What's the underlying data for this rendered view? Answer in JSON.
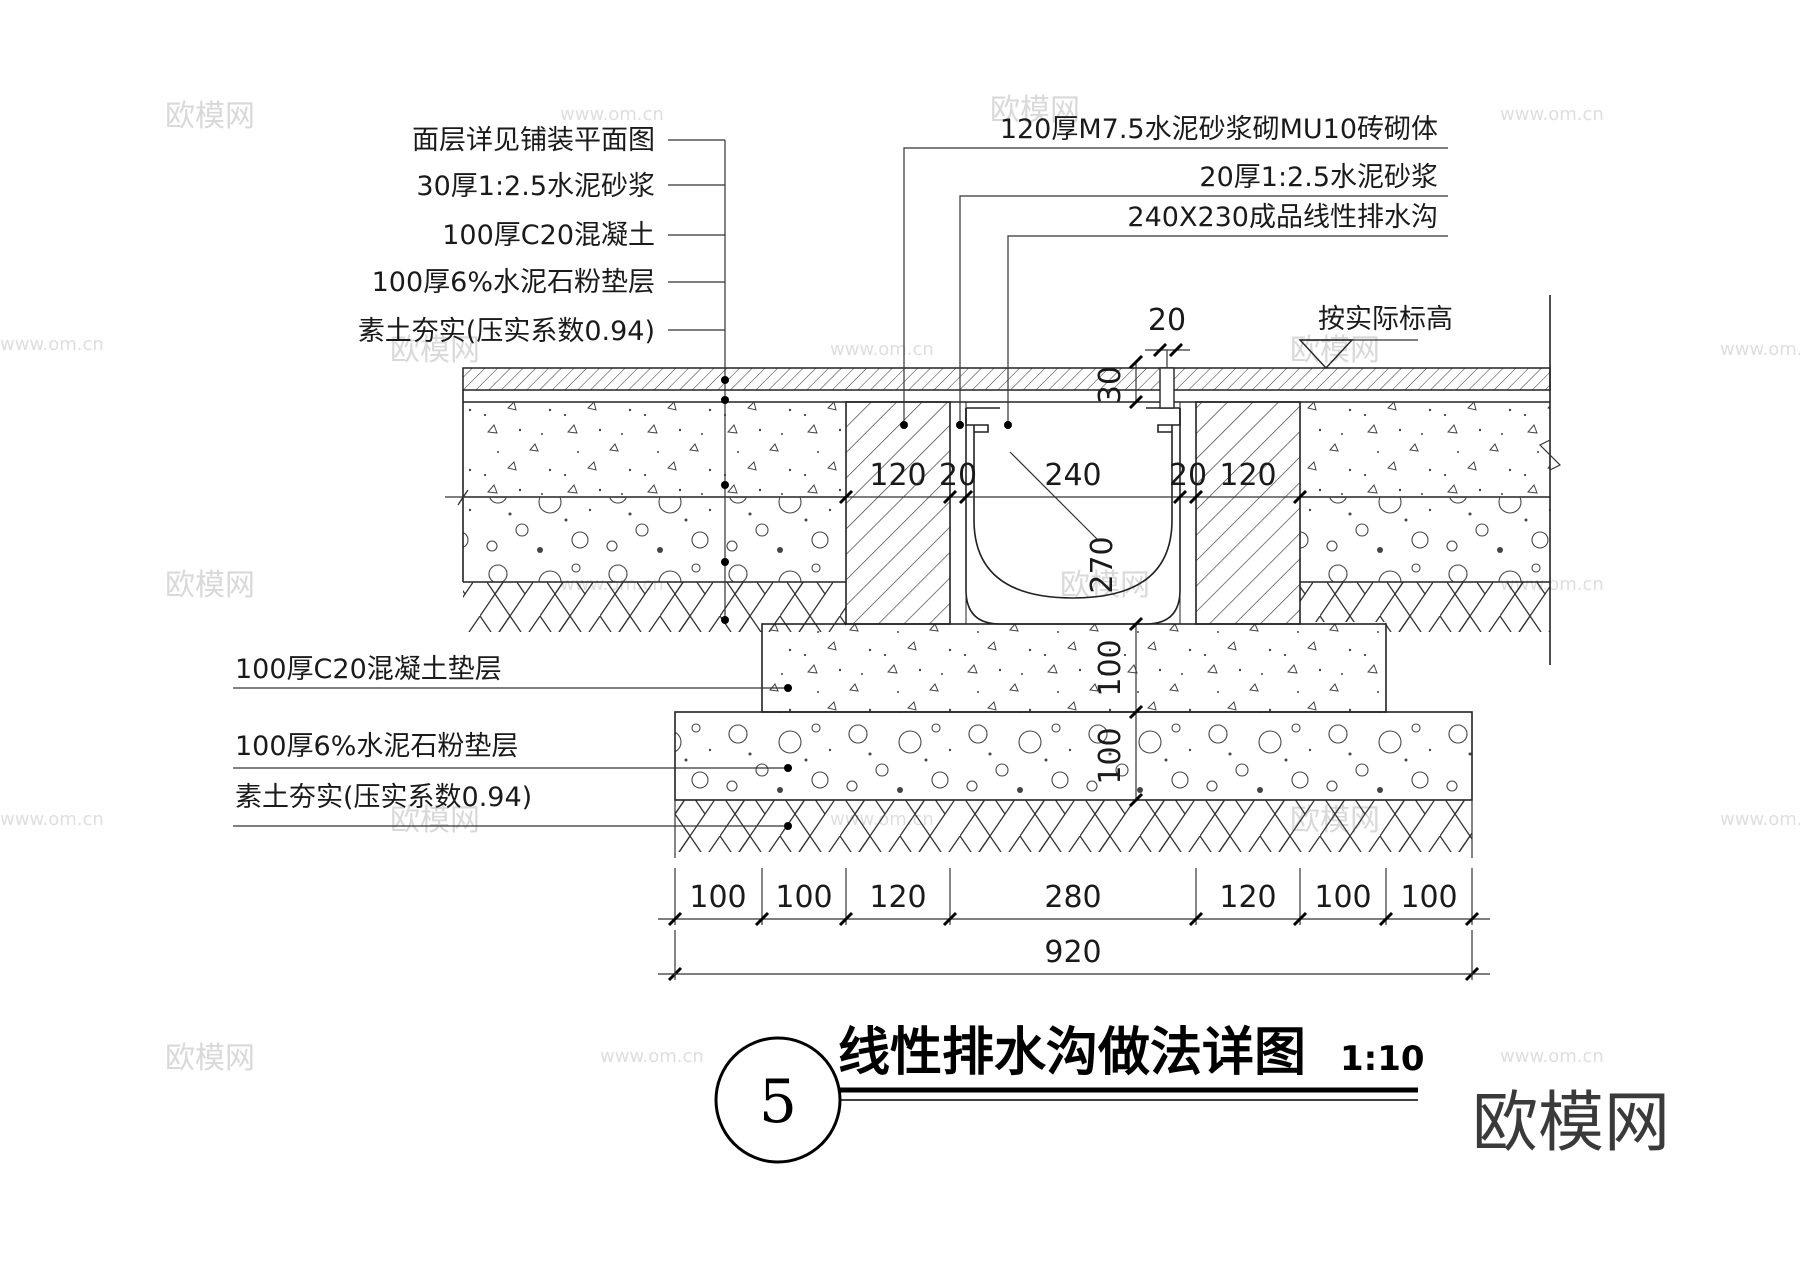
{
  "layer_labels_left": [
    "面层详见铺装平面图",
    "30厚1:2.5水泥砂浆",
    "100厚C20混凝土",
    "100厚6%水泥石粉垫层",
    "素土夯实(压实系数0.94)"
  ],
  "layer_labels_right": [
    "120厚M7.5水泥砂浆砌MU10砖砌体",
    "20厚1:2.5水泥砂浆",
    "240X230成品线性排水沟"
  ],
  "base_labels": [
    "100厚C20混凝土垫层",
    "100厚6%水泥石粉垫层",
    "素土夯实(压实系数0.94)"
  ],
  "elevation_note": "按实际标高",
  "inner_dims": {
    "d20_top": "20",
    "d30": "30",
    "d120_left": "120",
    "d20_left": "20",
    "d240": "240",
    "d20_right": "20",
    "d120_right": "120",
    "d270": "270",
    "d100_upper": "100",
    "d100_lower": "100"
  },
  "bottom_dims": [
    "100",
    "100",
    "120",
    "280",
    "120",
    "100",
    "100"
  ],
  "total_dim": "920",
  "title": {
    "number": "5",
    "text": "线性排水沟做法详图",
    "scale": "1:10"
  },
  "watermark": {
    "brand": "欧模网",
    "site": "www.om.cn"
  }
}
